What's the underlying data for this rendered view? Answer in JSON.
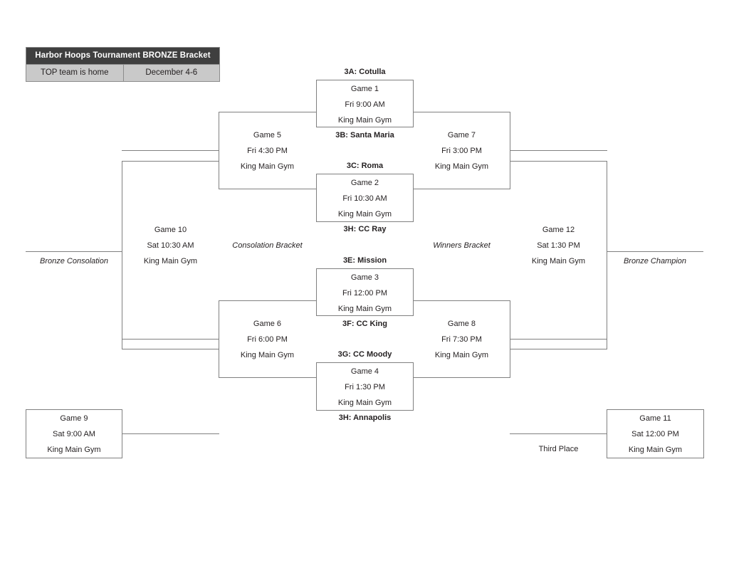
{
  "header": {
    "title": "Harbor Hoops Tournament BRONZE Bracket",
    "note": "TOP team is home",
    "dates": "December 4-6"
  },
  "captions": {
    "consolation_bracket": "Consolation Bracket",
    "winners_bracket": "Winners Bracket",
    "bronze_consolation": "Bronze Consolation",
    "bronze_champion": "Bronze Champion",
    "third_place": "Third Place"
  },
  "teams": [
    {
      "id": "3A",
      "label": "3A: Cotulla"
    },
    {
      "id": "3B",
      "label": "3B: Santa Maria"
    },
    {
      "id": "3C",
      "label": "3C: Roma"
    },
    {
      "id": "3H_ccray",
      "label": "3H: CC Ray"
    },
    {
      "id": "3E",
      "label": "3E: Mission"
    },
    {
      "id": "3F",
      "label": "3F: CC King"
    },
    {
      "id": "3G",
      "label": "3G: CC Moody"
    },
    {
      "id": "3H_annapolis",
      "label": "3H: Annapolis"
    }
  ],
  "games": [
    {
      "num": "Game 1",
      "time": "Fri 9:00 AM",
      "venue": "King Main Gym"
    },
    {
      "num": "Game 2",
      "time": "Fri 10:30 AM",
      "venue": "King Main Gym"
    },
    {
      "num": "Game 3",
      "time": "Fri 12:00 PM",
      "venue": "King Main Gym"
    },
    {
      "num": "Game 4",
      "time": "Fri 1:30 PM",
      "venue": "King Main Gym"
    },
    {
      "num": "Game 5",
      "time": "Fri 4:30 PM",
      "venue": "King Main Gym"
    },
    {
      "num": "Game 6",
      "time": "Fri 6:00 PM",
      "venue": "King Main Gym"
    },
    {
      "num": "Game 7",
      "time": "Fri 3:00 PM",
      "venue": "King Main Gym"
    },
    {
      "num": "Game 8",
      "time": "Fri 7:30 PM",
      "venue": "King Main Gym"
    },
    {
      "num": "Game 9",
      "time": "Sat 9:00 AM",
      "venue": "King Main Gym"
    },
    {
      "num": "Game 10",
      "time": "Sat 10:30 AM",
      "venue": "King Main Gym"
    },
    {
      "num": "Game 11",
      "time": "Sat 12:00 PM",
      "venue": "King Main Gym"
    },
    {
      "num": "Game 12",
      "time": "Sat 1:30 PM",
      "venue": "King Main Gym"
    }
  ],
  "colors": {
    "line": "#808080",
    "header_title_bg": "#3f3f3f",
    "header_row_bg": "#c9c9c9",
    "text": "#231f20"
  }
}
